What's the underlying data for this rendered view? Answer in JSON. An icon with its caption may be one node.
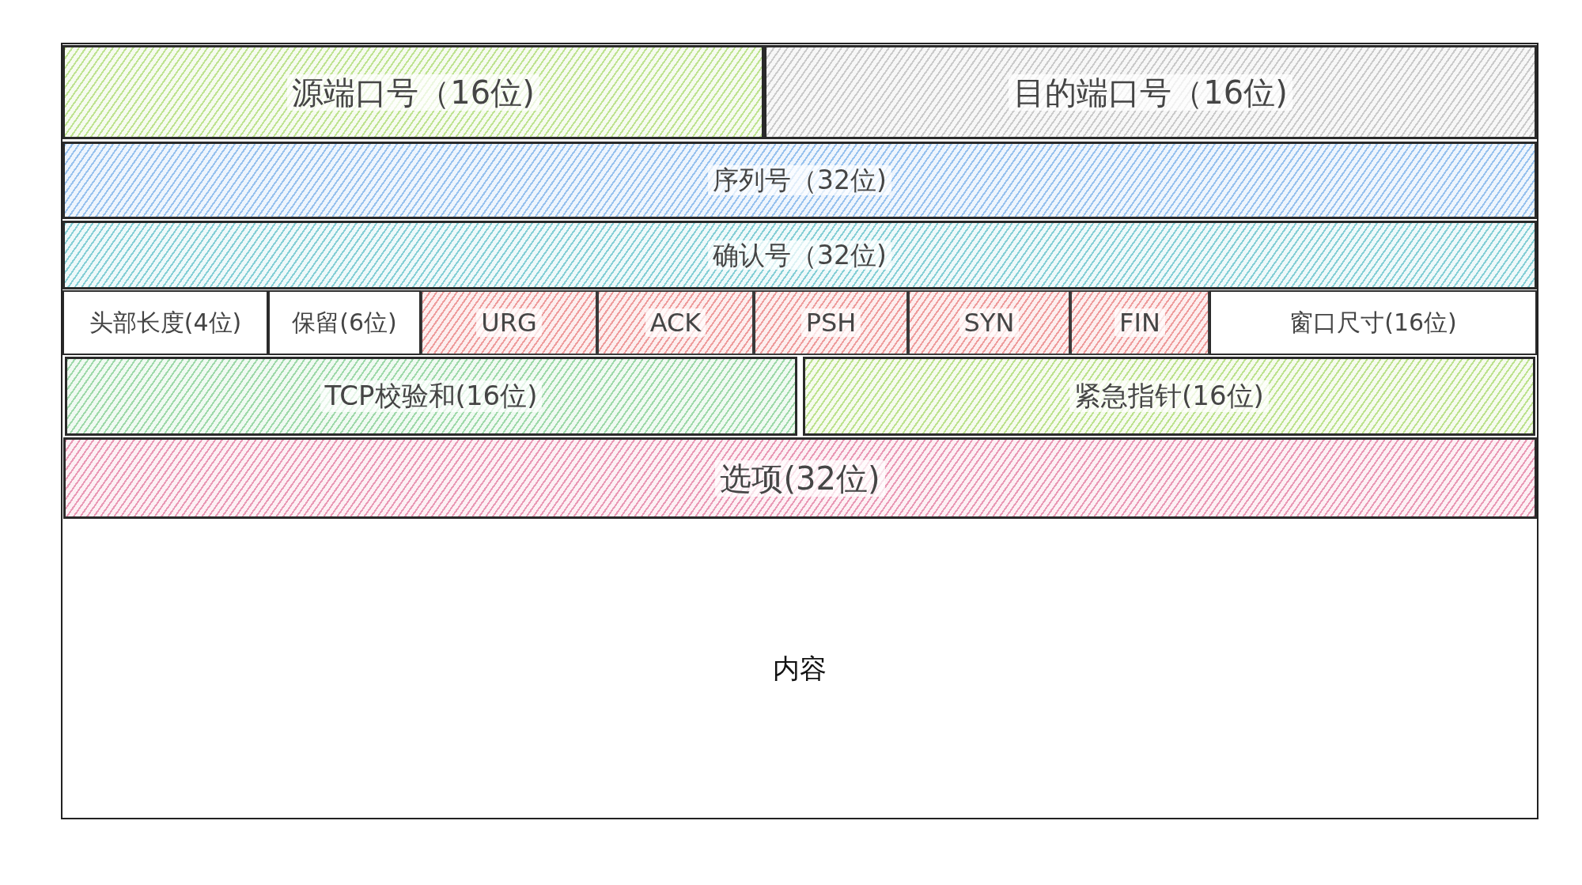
{
  "diagram": {
    "nodes": [
      {
        "text": [
          "内容"
        ]
      },
      {
        "text": [
          "源端口号（16位)"
        ],
        "in": 0
      },
      {
        "text": [
          "目的端口号（16位)"
        ],
        "in": 0
      },
      {
        "text": [
          "序列号（32位)"
        ],
        "in": 0
      },
      {
        "text": [
          "确认号（32位)"
        ],
        "in": 0
      },
      {
        "text": [
          "头部长度(4位)"
        ],
        "in": 0
      },
      {
        "text": [
          "保留(6位)"
        ],
        "in": 0
      },
      {
        "text": [
          "URG"
        ],
        "in": 0
      },
      {
        "text": [
          "ACK"
        ],
        "in": 0
      },
      {
        "text": [
          "PSH"
        ],
        "in": 0
      },
      {
        "text": [
          "SYN"
        ],
        "in": 0
      },
      {
        "text": [
          "FIN"
        ],
        "in": 0
      },
      {
        "text": [
          "窗口尺寸(16位)"
        ],
        "in": 0
      },
      {
        "text": [
          "TCP校验和(16位)"
        ],
        "in": 0
      },
      {
        "text": [
          "紧急指针(16位)"
        ],
        "in": 0
      },
      {
        "text": [
          "选项(32位)"
        ],
        "in": 0
      }
    ]
  }
}
